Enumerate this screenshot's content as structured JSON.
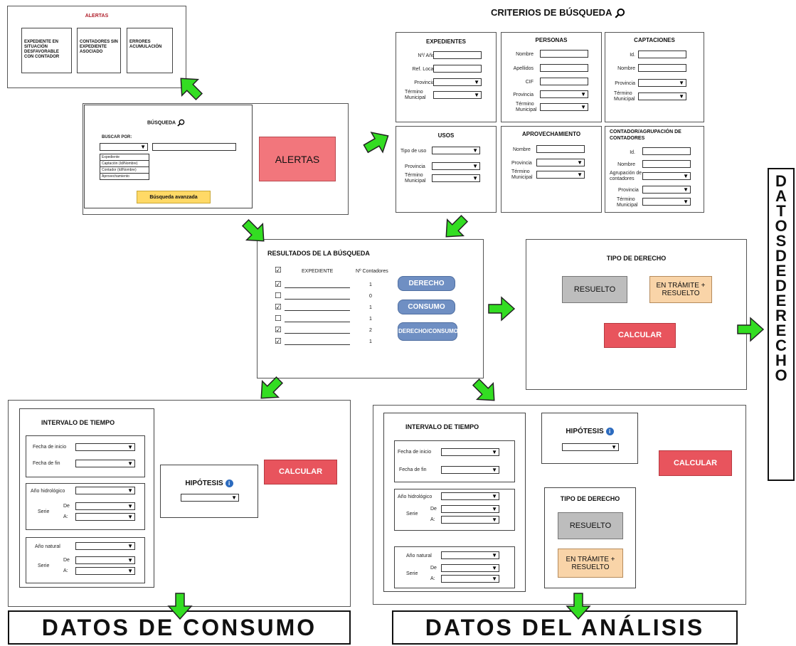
{
  "alertas_panel": {
    "title": "ALERTAS",
    "cards": [
      "EXPEDIENTE EN SITUACIÓN DESFAVORABLE CON CONTADOR",
      "CONTADORES SIN EXPEDIENTE ASOCIADO",
      "ERRORES ACUMULACIÓN"
    ]
  },
  "busqueda_panel": {
    "title": "BÚSQUEDA",
    "buscar_por": "BUSCAR POR:",
    "options": [
      "Expediente",
      "Captación (Id/Nombre)",
      "Contador (Id/Nombre)",
      "Aprovechamiento"
    ],
    "advanced": "Búsqueda avanzada",
    "alertas_button": "ALERTAS"
  },
  "criterios": {
    "title": "CRITERIOS DE BÚSQUEDA",
    "expedientes": {
      "title": "EXPEDIENTES",
      "labels": [
        "Nº/ Año",
        "Ref. Local",
        "Provincia",
        "Término Municipal"
      ]
    },
    "personas": {
      "title": "PERSONAS",
      "labels": [
        "Nombre",
        "Apellidos",
        "CIF",
        "Provincia",
        "Término Municipal"
      ]
    },
    "captaciones": {
      "title": "CAPTACIONES",
      "labels": [
        "Id.",
        "Nombre",
        "Provincia",
        "Término Municipal"
      ]
    },
    "usos": {
      "title": "USOS",
      "labels": [
        "Tipo de uso",
        "Provincia",
        "Término Municipal"
      ]
    },
    "aprovechamiento": {
      "title": "APROVECHAMIENTO",
      "labels": [
        "Nombre",
        "Provincia",
        "Término Municipal"
      ]
    },
    "contador": {
      "title": "CONTADOR/AGRUPACIÓN DE CONTADORES",
      "labels": [
        "Id.",
        "Nombre",
        "Agrupación de contadores",
        "Provincia",
        "Término Municipal"
      ]
    }
  },
  "resultados": {
    "title": "RESULTADOS DE LA BÚSQUEDA",
    "col_expediente": "EXPEDIENTE",
    "col_contadores": "Nº Contadores",
    "rows": [
      {
        "checked": true,
        "count": "1"
      },
      {
        "checked": false,
        "count": "0"
      },
      {
        "checked": true,
        "count": "1"
      },
      {
        "checked": false,
        "count": "1"
      },
      {
        "checked": true,
        "count": "2"
      },
      {
        "checked": true,
        "count": "1"
      }
    ],
    "buttons": [
      "DERECHO",
      "CONSUMO",
      "DERECHO/CONSUMO"
    ]
  },
  "tipo_derecho_panel": {
    "title": "TIPO DE DERECHO",
    "resuelto": "RESUELTO",
    "en_tramite": "EN TRÁMITE + RESUELTO",
    "calcular": "CALCULAR"
  },
  "consumo_panel": {
    "title": "INTERVALO DE TIEMPO",
    "fecha_inicio": "Fecha de inicio",
    "fecha_fin": "Fecha de fin",
    "ano_hidrologico": "Año hidrológico",
    "ano_natural": "Año natural",
    "serie": "Serie",
    "de": "De",
    "a": "A:",
    "hipotesis": "HIPÓTESIS",
    "calcular": "CALCULAR"
  },
  "analisis_panel": {
    "title": "INTERVALO DE TIEMPO",
    "fecha_inicio": "Fecha de inicio",
    "fecha_fin": "Fecha de fin",
    "ano_hidrologico": "Año hidrológico",
    "ano_natural": "Año natural",
    "serie": "Serie",
    "de": "De",
    "a": "A:",
    "hipotesis": "HIPÓTESIS",
    "calcular": "CALCULAR",
    "tipo_title": "TIPO DE DERECHO",
    "resuelto": "RESUELTO",
    "en_tramite": "EN TRÁMITE + RESUELTO"
  },
  "outputs": {
    "consumo": "DATOS DE CONSUMO",
    "analisis": "DATOS DEL ANÁLISIS",
    "derecho": "DATOS DE DERECHO"
  },
  "colors": {
    "arrow": "#33dd22",
    "button_blue": "#6f8fc3",
    "button_red": "#e8545d",
    "button_peach": "#f9d4a8",
    "button_gray": "#bdbdbd",
    "advanced_yellow": "#ffd966",
    "alerts_pink": "#f2767c"
  }
}
